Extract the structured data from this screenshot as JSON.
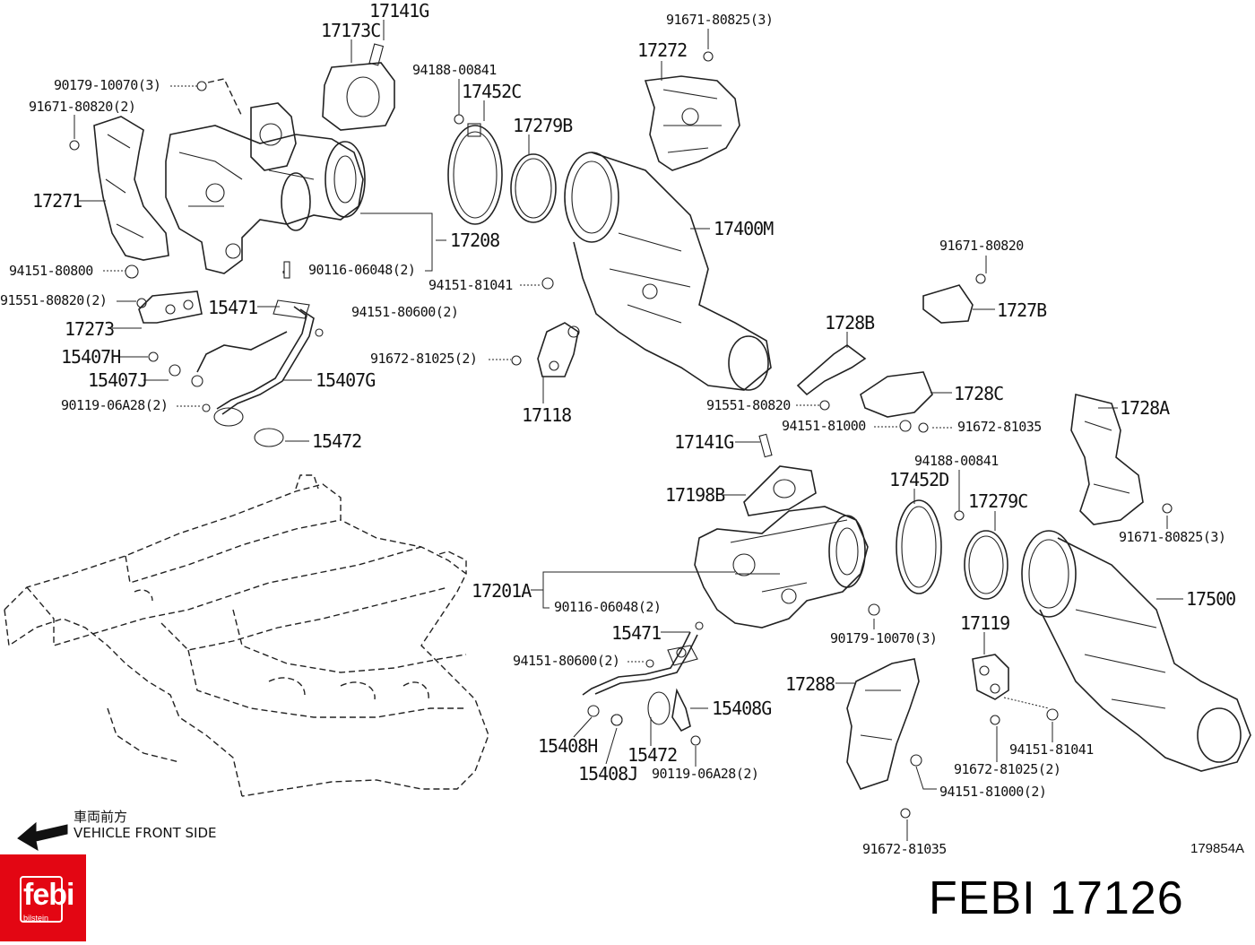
{
  "labels": [
    {
      "id": "l1",
      "text": "17141G",
      "size": "big"
    },
    {
      "id": "l2",
      "text": "17173C",
      "size": "big"
    },
    {
      "id": "l3",
      "text": "90179-10070(3)",
      "size": "small"
    },
    {
      "id": "l4",
      "text": "91671-80820(2)",
      "size": "small"
    },
    {
      "id": "l5",
      "text": "17271",
      "size": "big"
    },
    {
      "id": "l6",
      "text": "94151-80800",
      "size": "small"
    },
    {
      "id": "l7",
      "text": "91551-80820(2)",
      "size": "small"
    },
    {
      "id": "l8",
      "text": "17273",
      "size": "big"
    },
    {
      "id": "l9",
      "text": "15471",
      "size": "big"
    },
    {
      "id": "l10",
      "text": "90116-06048(2)",
      "size": "small"
    },
    {
      "id": "l11",
      "text": "94151-80600(2)",
      "size": "small"
    },
    {
      "id": "l12",
      "text": "15407H",
      "size": "big"
    },
    {
      "id": "l13",
      "text": "15407J",
      "size": "big"
    },
    {
      "id": "l14",
      "text": "15407G",
      "size": "big"
    },
    {
      "id": "l15",
      "text": "90119-06A28(2)",
      "size": "small"
    },
    {
      "id": "l16",
      "text": "15472",
      "size": "big"
    },
    {
      "id": "l17",
      "text": "94188-00841",
      "size": "small"
    },
    {
      "id": "l18",
      "text": "17452C",
      "size": "big"
    },
    {
      "id": "l19",
      "text": "17279B",
      "size": "big"
    },
    {
      "id": "l20",
      "text": "17208",
      "size": "big"
    },
    {
      "id": "l21",
      "text": "94151-81041",
      "size": "small"
    },
    {
      "id": "l22",
      "text": "91672-81025(2)",
      "size": "small"
    },
    {
      "id": "l23",
      "text": "17118",
      "size": "big"
    },
    {
      "id": "l24",
      "text": "91671-80825(3)",
      "size": "small"
    },
    {
      "id": "l25",
      "text": "17272",
      "size": "big"
    },
    {
      "id": "l26",
      "text": "17400M",
      "size": "big"
    },
    {
      "id": "l27",
      "text": "91671-80820",
      "size": "small"
    },
    {
      "id": "l28",
      "text": "1727B",
      "size": "big"
    },
    {
      "id": "l29",
      "text": "1728B",
      "size": "big"
    },
    {
      "id": "l30",
      "text": "1728C",
      "size": "big"
    },
    {
      "id": "l31",
      "text": "91551-80820",
      "size": "small"
    },
    {
      "id": "l32",
      "text": "94151-81000",
      "size": "small"
    },
    {
      "id": "l33",
      "text": "91672-81035",
      "size": "small"
    },
    {
      "id": "l34",
      "text": "1728A",
      "size": "big"
    },
    {
      "id": "l35",
      "text": "17141G",
      "size": "big"
    },
    {
      "id": "l36",
      "text": "94188-00841",
      "size": "small"
    },
    {
      "id": "l37",
      "text": "17452D",
      "size": "big"
    },
    {
      "id": "l38",
      "text": "17279C",
      "size": "big"
    },
    {
      "id": "l39",
      "text": "17198B",
      "size": "big"
    },
    {
      "id": "l40",
      "text": "91671-80825(3)",
      "size": "small"
    },
    {
      "id": "l41",
      "text": "17201A",
      "size": "big"
    },
    {
      "id": "l42",
      "text": "90116-06048(2)",
      "size": "small"
    },
    {
      "id": "l43",
      "text": "17500",
      "size": "big"
    },
    {
      "id": "l44",
      "text": "15471",
      "size": "big"
    },
    {
      "id": "l45",
      "text": "90179-10070(3)",
      "size": "small"
    },
    {
      "id": "l46",
      "text": "17119",
      "size": "big"
    },
    {
      "id": "l47",
      "text": "94151-80600(2)",
      "size": "small"
    },
    {
      "id": "l48",
      "text": "17288",
      "size": "big"
    },
    {
      "id": "l49",
      "text": "15408G",
      "size": "big"
    },
    {
      "id": "l50",
      "text": "15408H",
      "size": "big"
    },
    {
      "id": "l51",
      "text": "15472",
      "size": "big"
    },
    {
      "id": "l52",
      "text": "94151-81041",
      "size": "small"
    },
    {
      "id": "l53",
      "text": "15408J",
      "size": "big"
    },
    {
      "id": "l54",
      "text": "90119-06A28(2)",
      "size": "small"
    },
    {
      "id": "l55",
      "text": "91672-81025(2)",
      "size": "small"
    },
    {
      "id": "l56",
      "text": "94151-81000(2)",
      "size": "small"
    },
    {
      "id": "l57",
      "text": "91672-81035",
      "size": "small"
    }
  ],
  "caption": {
    "japanese": "車両前方",
    "english": "VEHICLE FRONT SIDE",
    "drawing_number": "179854A"
  },
  "brand": {
    "logo_word": "febi",
    "logo_sub": "bilstein",
    "logo_color": "#e30613",
    "part_title": "FEBI 17126"
  }
}
